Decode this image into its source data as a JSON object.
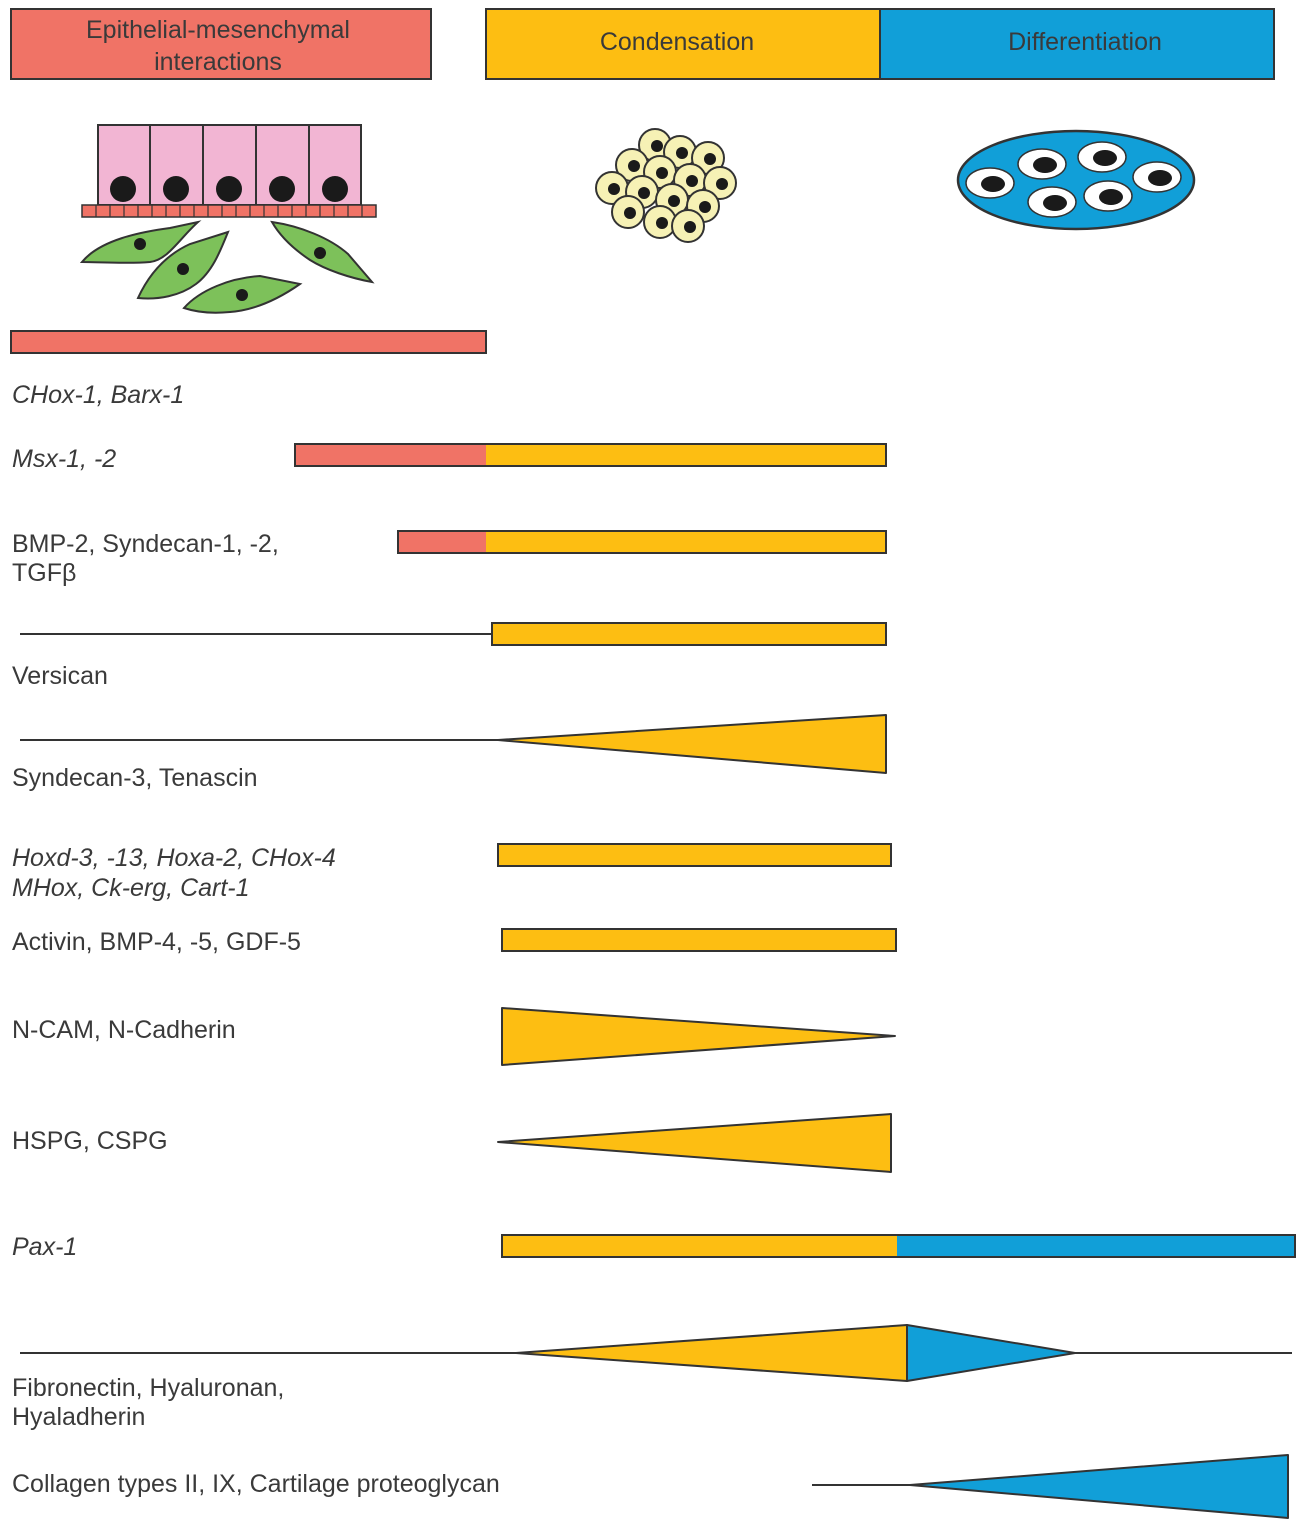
{
  "colors": {
    "epithelial": "#F07366",
    "condensation": "#FDBE12",
    "differentiation": "#119FD8",
    "outline": "#333333",
    "epithelial_cell": "#F2B5D3",
    "mesenchymal_cell": "#7DC15A",
    "condensed_cell": "#F6F1B5"
  },
  "phases": {
    "epithelial": "Epithelial-mesenchymal interactions",
    "epithelial_line1": "Epithelial-mesenchymal",
    "epithelial_line2": "interactions",
    "condensation": "Condensation",
    "differentiation": "Differentiation"
  },
  "illustrations": {
    "epithelial": "epithelial-mesenchymal-cells-icon",
    "condensation": "condensed-cell-cluster-icon",
    "differentiation": "differentiated-chondrocytes-icon"
  },
  "genes": [
    {
      "id": "chox1",
      "label": "CHox-1, Barx-1",
      "italic": true,
      "expression": "epithelial bar"
    },
    {
      "id": "msx",
      "label": "Msx-1, -2",
      "italic": true,
      "expression": "epithelial to condensation bar"
    },
    {
      "id": "bmp2",
      "label_line1": "BMP-2, Syndecan-1, -2,",
      "label_line2": "TGFβ",
      "italic": false,
      "expression": "epithelial to condensation bar"
    },
    {
      "id": "versican",
      "label": "Versican",
      "italic": false,
      "expression": "baseline then condensation bar"
    },
    {
      "id": "syndecan3",
      "label": "Syndecan-3, Tenascin",
      "italic": false,
      "expression": "increasing during condensation"
    },
    {
      "id": "hox",
      "label_line1": "Hoxd-3, -13, Hoxa-2, CHox-4",
      "label_line2": "MHox, Ck-erg, Cart-1",
      "italic": true,
      "expression": "condensation bar"
    },
    {
      "id": "activin",
      "label": "Activin, BMP-4, -5, GDF-5",
      "italic": false,
      "expression": "condensation bar"
    },
    {
      "id": "ncam",
      "label": "N-CAM, N-Cadherin",
      "italic": false,
      "expression": "decreasing during condensation"
    },
    {
      "id": "hspg",
      "label": "HSPG, CSPG",
      "italic": false,
      "expression": "increasing during condensation"
    },
    {
      "id": "pax1",
      "label": "Pax-1",
      "italic": true,
      "expression": "condensation and differentiation bar"
    },
    {
      "id": "fibronectin",
      "label_line1": "Fibronectin, Hyaluronan,",
      "label_line2": "Hyaladherin",
      "italic": false,
      "expression": "peak at condensation/differentiation boundary"
    },
    {
      "id": "collagen",
      "label": "Collagen types II, IX, Cartilage proteoglycan",
      "italic": false,
      "expression": "increasing during differentiation"
    }
  ]
}
